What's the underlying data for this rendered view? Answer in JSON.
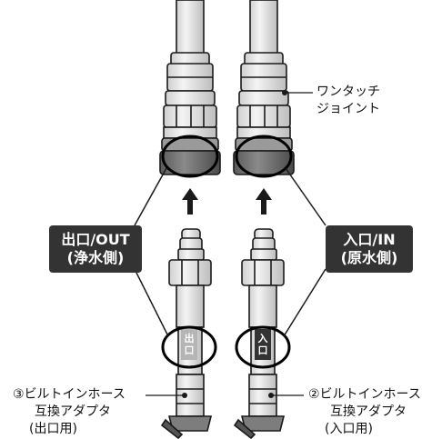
{
  "badges": {
    "outlet": {
      "line1": "出口/OUT",
      "line2": "(浄水側)"
    },
    "inlet": {
      "line1": "入口/IN",
      "line2": "(原水側)"
    }
  },
  "callouts": {
    "joint": {
      "line1": "ワンタッチ",
      "line2": "ジョイント"
    },
    "adapter_outlet": {
      "line1": "③ビルトインホース",
      "line2": "互換アダプタ",
      "line3": "(出口用)"
    },
    "adapter_inlet": {
      "line1": "②ビルトインホース",
      "line2": "互換アダプタ",
      "line3": "(入口用)"
    }
  },
  "fitting_tags": {
    "outlet": {
      "char1": "出",
      "char2": "口"
    },
    "inlet": {
      "char1": "入",
      "char2": "口"
    }
  },
  "colors": {
    "badge_bg": "#333333",
    "badge_text": "#ffffff",
    "outlet_tag_bg": "#b5b5b5",
    "inlet_tag_bg": "#333333",
    "outline": "#1a1a1a",
    "metal": "#e3e3e3"
  }
}
